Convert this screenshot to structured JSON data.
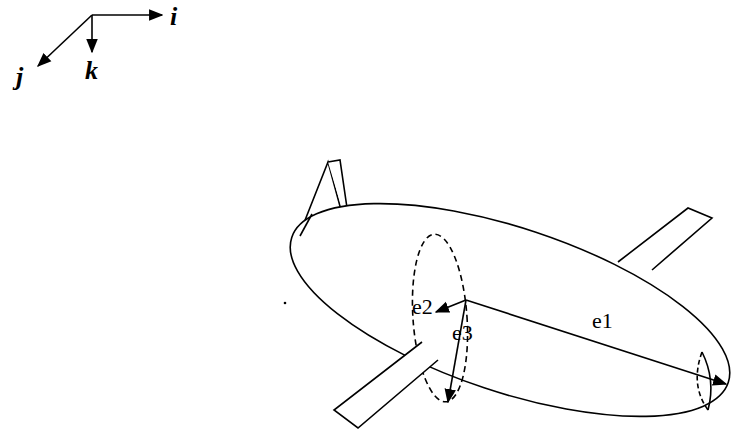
{
  "diagram": {
    "labels": [
      "i",
      "j",
      "k",
      "e1",
      "e2",
      "e3"
    ]
  }
}
